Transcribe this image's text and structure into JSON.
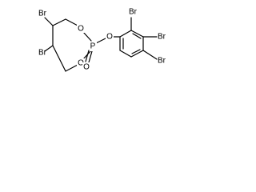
{
  "molecule": {
    "atoms": {
      "br1": "Br",
      "br2": "Br",
      "o_ring_top": "O",
      "p": "P",
      "o_ring_bottom": "O",
      "o_double": "O",
      "o_link": "O",
      "br3": "Br",
      "br4": "Br",
      "br5": "Br"
    }
  }
}
